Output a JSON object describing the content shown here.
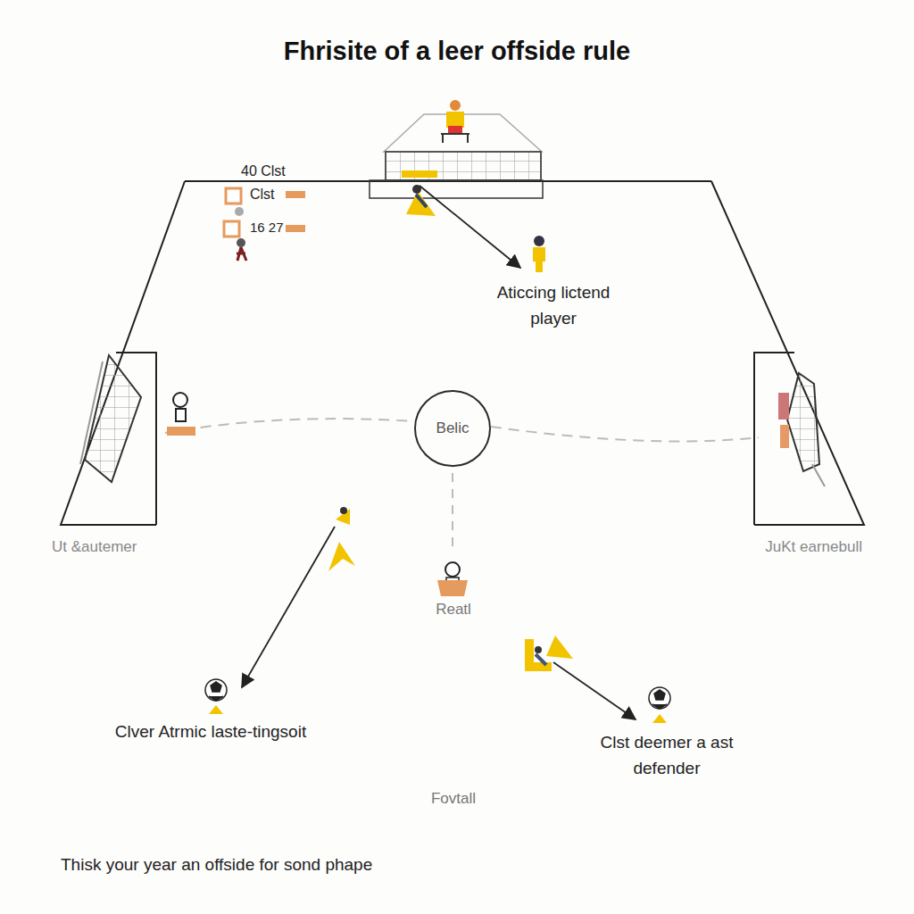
{
  "diagram": {
    "title": "Fhrisite of a leer offside rule",
    "caption": "Thisk your year an offside for sond phape",
    "nodes": [
      {
        "text": [
          "Belic"
        ]
      }
    ],
    "labels": [
      "40 Clst",
      "Clst",
      "16 27",
      "Aticcing lictend player",
      "Ut &autemer",
      "JuKt earnebull",
      "Reatl",
      "Clver Atrmic laste-tingsoit",
      "Clst deemer a ast defender",
      "Fovtall"
    ]
  }
}
